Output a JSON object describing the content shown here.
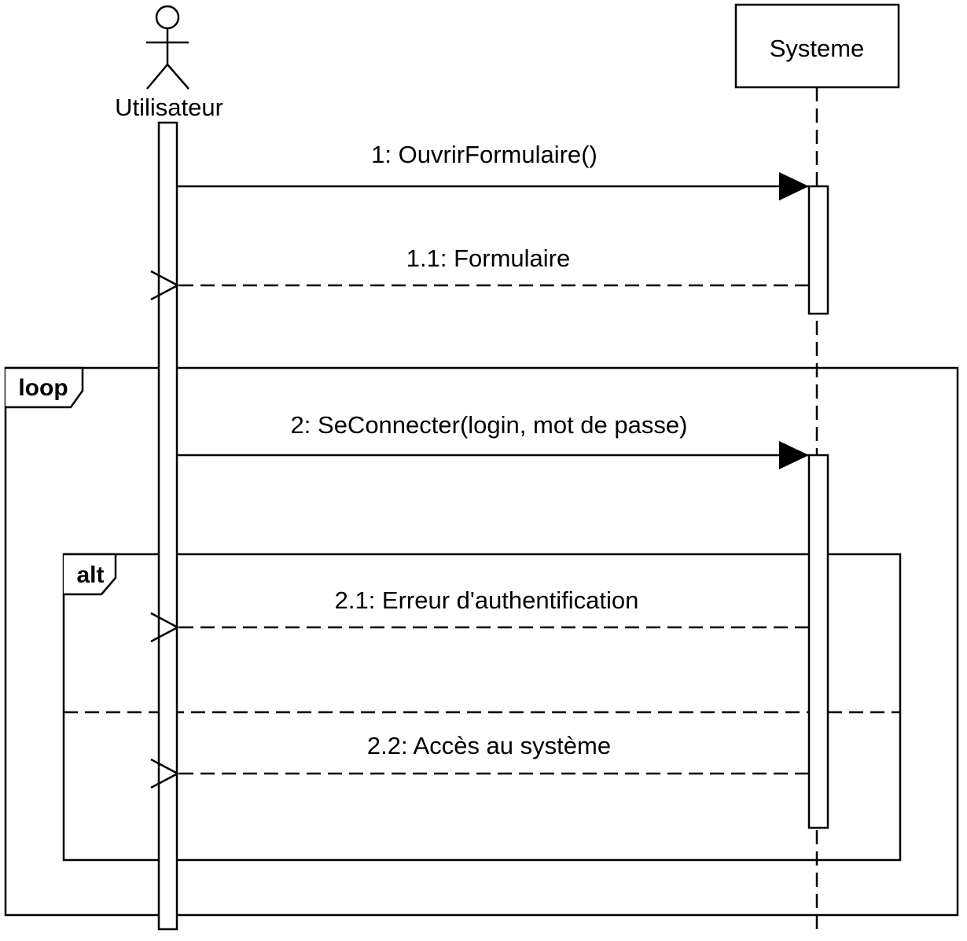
{
  "participants": {
    "actor": {
      "name": "Utilisateur",
      "kind": "actor",
      "icon": "stick-figure-icon"
    },
    "system": {
      "name": "Systeme",
      "kind": "object"
    }
  },
  "messages": [
    {
      "label": "1: OuvrirFormulaire()",
      "type": "synchronous",
      "from": "Utilisateur",
      "to": "Systeme"
    },
    {
      "label": "1.1: Formulaire",
      "type": "return",
      "from": "Systeme",
      "to": "Utilisateur"
    },
    {
      "label": "2: SeConnecter(login, mot de passe)",
      "type": "synchronous",
      "from": "Utilisateur",
      "to": "Systeme"
    },
    {
      "label": "2.1: Erreur d'authentification",
      "type": "return",
      "from": "Systeme",
      "to": "Utilisateur"
    },
    {
      "label": "2.2: Accès au système",
      "type": "return",
      "from": "Systeme",
      "to": "Utilisateur"
    }
  ],
  "fragments": [
    {
      "operator": "loop"
    },
    {
      "operator": "alt"
    }
  ],
  "colors": {
    "stroke": "#000000",
    "background": "#ffffff"
  }
}
